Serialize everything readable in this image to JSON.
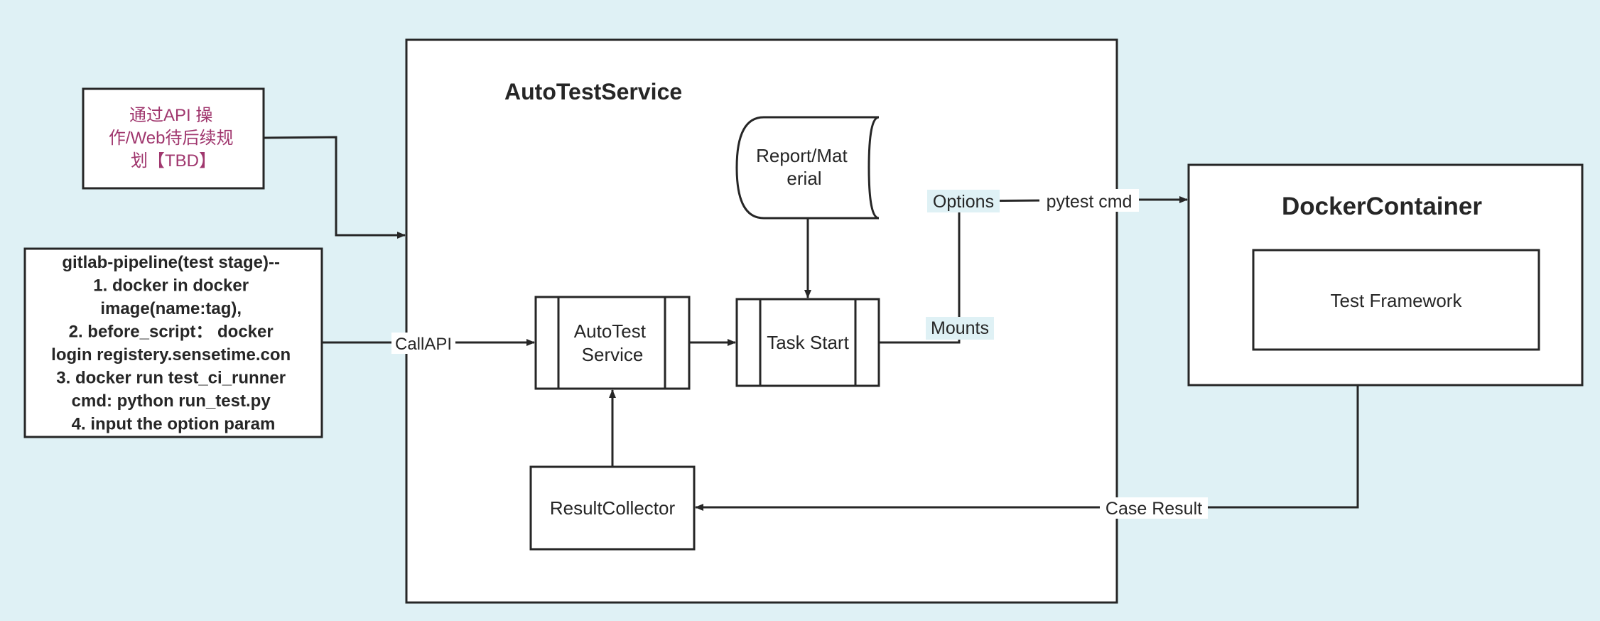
{
  "colors": {
    "background": "#dff1f5",
    "stroke": "#262626",
    "box_fill": "#ffffff",
    "note_text": "#a0376e",
    "text": "#262626"
  },
  "note_box": {
    "lines": [
      "通过API 操",
      "作/Web待后续规",
      "划【TBD】"
    ]
  },
  "pipeline_box": {
    "lines": [
      "gitlab-pipeline(test stage)--",
      "1. docker in docker",
      "image(name:tag),",
      "2. before_script：  docker",
      "login registery.sensetime.con",
      "3. docker run test_ci_runner",
      "cmd: python run_test.py",
      "4. input the option param"
    ]
  },
  "auto_test_service": {
    "title": "AutoTestService",
    "process_box": {
      "lines": [
        "AutoTest",
        "Service"
      ]
    },
    "task_start": {
      "label": "Task Start"
    },
    "report_material": {
      "lines": [
        "Report/Mat",
        "erial"
      ]
    },
    "result_collector": {
      "label": "ResultCollector"
    }
  },
  "docker_container": {
    "title": "DockerContainer",
    "test_framework": {
      "label": "Test Framework"
    }
  },
  "edge_labels": {
    "call_api": "CallAPI",
    "options": "Options",
    "mounts": "Mounts",
    "pytest_cmd": "pytest cmd",
    "case_result": "Case Result"
  }
}
